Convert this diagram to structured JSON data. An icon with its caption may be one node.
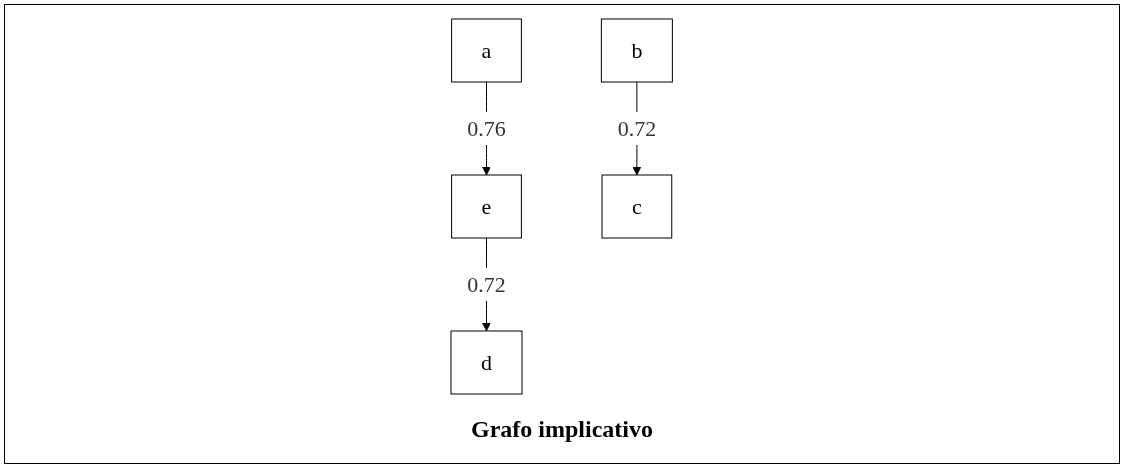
{
  "diagram": {
    "caption": "Grafo implicativo",
    "nodes": [
      {
        "text": [
          "b"
        ]
      },
      {
        "text": [
          "a"
        ]
      },
      {
        "text": [
          "e"
        ]
      },
      {
        "text": [
          "c"
        ]
      },
      {
        "text": [
          "d"
        ]
      }
    ],
    "edges": [
      {
        "from": 0,
        "to": 3,
        "arrow": "to",
        "label": "0.72"
      },
      {
        "from": 1,
        "to": 2,
        "arrow": "to",
        "label": "0.76"
      },
      {
        "from": 2,
        "to": 4,
        "arrow": "to",
        "label": "0.72"
      }
    ]
  }
}
